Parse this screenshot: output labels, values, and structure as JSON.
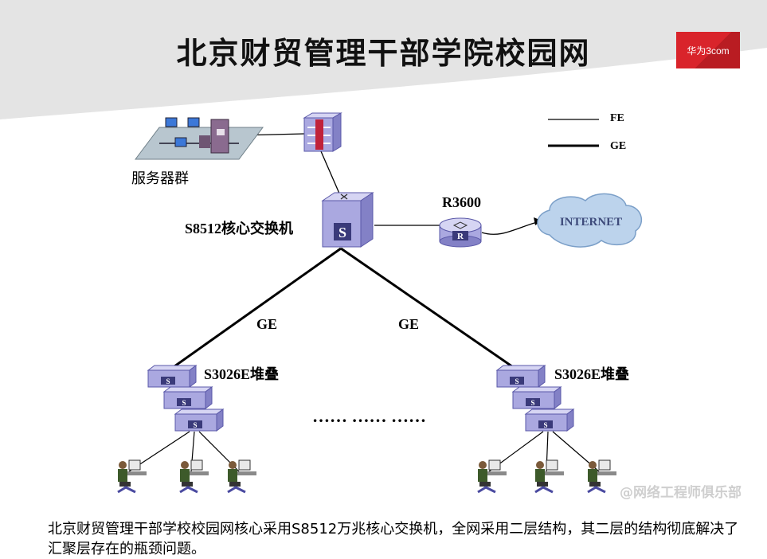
{
  "title": "北京财贸管理干部学院校园网",
  "logo": {
    "text": "华为3com"
  },
  "legend": {
    "fe": "FE",
    "ge": "GE"
  },
  "nodes": {
    "server_group": "服务器群",
    "core_switch": "S8512核心交换机",
    "core_switch_icon_letter": "S",
    "router": "R3600",
    "router_icon_letter": "R",
    "internet": "INTERNET",
    "stack_left": "S3026E堆叠",
    "stack_right": "S3026E堆叠",
    "stack_icon_letter": "S"
  },
  "links": {
    "ge_left": "GE",
    "ge_right": "GE"
  },
  "ellipsis": "…… …… ……",
  "caption": "北京财贸管理干部学校校园网核心采用S8512万兆核心交换机，全网采用二层结构，其二层的结构彻底解决了汇聚层存在的瓶颈问题。",
  "watermark": "@网络工程师俱乐部",
  "colors": {
    "switch_face": "#aaa8e0",
    "switch_top": "#d6d5f3",
    "switch_side": "#8381c6",
    "firewall": "#c0223a",
    "cloud": "#bcd3ec",
    "header_gray": "#e4e4e4"
  }
}
